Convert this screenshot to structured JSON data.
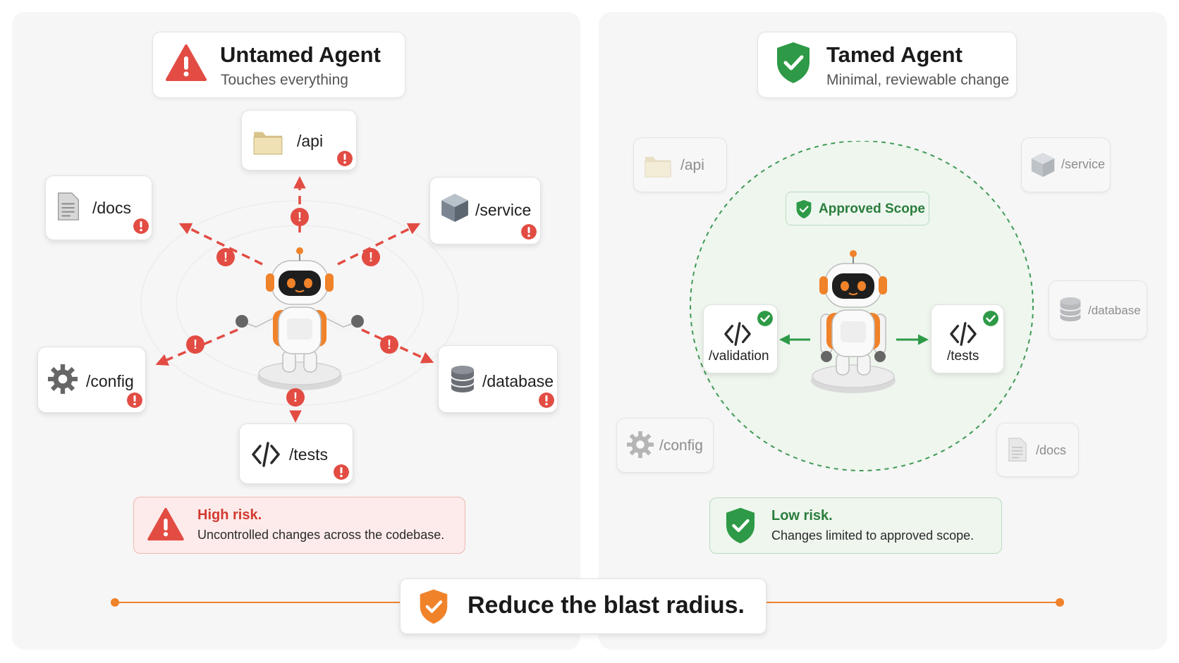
{
  "colors": {
    "danger": "#e24c43",
    "success": "#2e9a47",
    "accent": "#f0822a",
    "muted": "#9e9e9e"
  },
  "untamed": {
    "title": "Untamed Agent",
    "subtitle": "Touches everything",
    "icon": "warning-triangle-icon",
    "nodes": {
      "api": "/api",
      "docs": "/docs",
      "service": "/service",
      "config": "/config",
      "database": "/database",
      "tests": "/tests"
    },
    "risk": {
      "title": "High risk.",
      "description": "Uncontrolled changes across the codebase."
    }
  },
  "tamed": {
    "title": "Tamed Agent",
    "subtitle": "Minimal, reviewable change",
    "icon": "shield-check-icon",
    "scope_label": "Approved Scope",
    "in_scope": {
      "validation": "/validation",
      "tests": "/tests"
    },
    "out_of_scope": {
      "api": "/api",
      "service": "/service",
      "database": "/database",
      "config": "/config",
      "docs": "/docs"
    },
    "risk": {
      "title": "Low risk.",
      "description": "Changes limited to approved scope."
    }
  },
  "footer": {
    "label": "Reduce the blast radius.",
    "icon": "shield-check-icon"
  }
}
